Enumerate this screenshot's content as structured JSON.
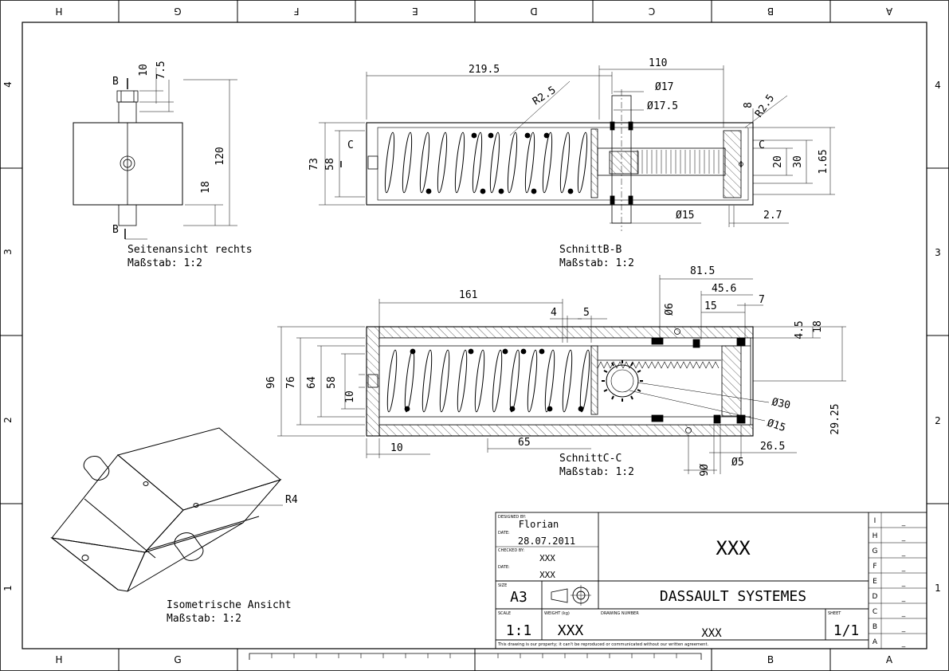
{
  "frame": {
    "cols_top": [
      "H",
      "G",
      "F",
      "E",
      "D",
      "C",
      "B",
      "A"
    ],
    "cols_bottom": [
      "H",
      "G",
      "B",
      "A"
    ],
    "rows": [
      "4",
      "3",
      "2",
      "1"
    ]
  },
  "views": {
    "side": {
      "caption": "Seitenansicht rechts",
      "scale": "Maßstab:  1:2",
      "cut_label": "B",
      "dims": {
        "d10": "10",
        "d7_5": "7.5",
        "d120": "120",
        "d18": "18"
      }
    },
    "section_bb": {
      "caption": "SchnittB-B",
      "scale": "Maßstab:  1:2",
      "cut_label": "C",
      "dims": {
        "d219_5": "219.5",
        "d110": "110",
        "dia17": "Ø17",
        "dia17_5": "Ø17.5",
        "r2_5a": "R2.5",
        "r2_5b": "R2.5",
        "d8": "8",
        "d73": "73",
        "d58": "58",
        "d20": "20",
        "d30": "30",
        "d1_65": "1.65",
        "dia15": "Ø15",
        "d2_7": "2.7"
      }
    },
    "section_cc": {
      "caption": "SchnittC-C",
      "scale": "Maßstab:  1:2",
      "dims": {
        "d161": "161",
        "d4": "4",
        "d5": "5",
        "d81_5": "81.5",
        "d45_6": "45.6",
        "d15": "15",
        "d7": "7",
        "dia6": "Ø6",
        "d4_5": "4.5",
        "d18": "18",
        "d96": "96",
        "d76": "76",
        "d64": "64",
        "d58": "58",
        "d10v": "10",
        "dia30": "Ø30",
        "dia15": "Ø15",
        "d29_25": "29.25",
        "d26_5": "26.5",
        "dia5": "Ø5",
        "dia6b": "Ø6",
        "d10": "10",
        "d65": "65"
      }
    },
    "iso": {
      "caption": "Isometrische Ansicht",
      "scale": "Maßstab:  1:2",
      "r4": "R4"
    }
  },
  "title_block": {
    "designed_by_label": "DESIGNED BY:",
    "designed_by": "Florian",
    "date_label": "DATE:",
    "date": "28.07.2011",
    "checked_by_label": "CHECKED BY:",
    "checked_by": "XXX",
    "date2_label": "DATE:",
    "date2": "XXX",
    "size_label": "SIZE",
    "size": "A3",
    "scale_label": "SCALE",
    "scale": "1:1",
    "weight_label": "WEIGHT (kg)",
    "weight": "XXX",
    "drawing_number_label": "DRAWING NUMBER",
    "drawing_number": "XXX",
    "sheet_label": "SHEET",
    "sheet": "1/1",
    "title": "XXX",
    "company": "DASSAULT SYSTEMES",
    "disclaimer": "This drawing is our property; it can't be reproduced or communicated without our written agreement.",
    "revisions": [
      {
        "letter": "I",
        "value": "_"
      },
      {
        "letter": "H",
        "value": "_"
      },
      {
        "letter": "G",
        "value": "_"
      },
      {
        "letter": "F",
        "value": "_"
      },
      {
        "letter": "E",
        "value": "_"
      },
      {
        "letter": "D",
        "value": "_"
      },
      {
        "letter": "C",
        "value": "_"
      },
      {
        "letter": "B",
        "value": "_"
      },
      {
        "letter": "A",
        "value": "_"
      }
    ]
  }
}
